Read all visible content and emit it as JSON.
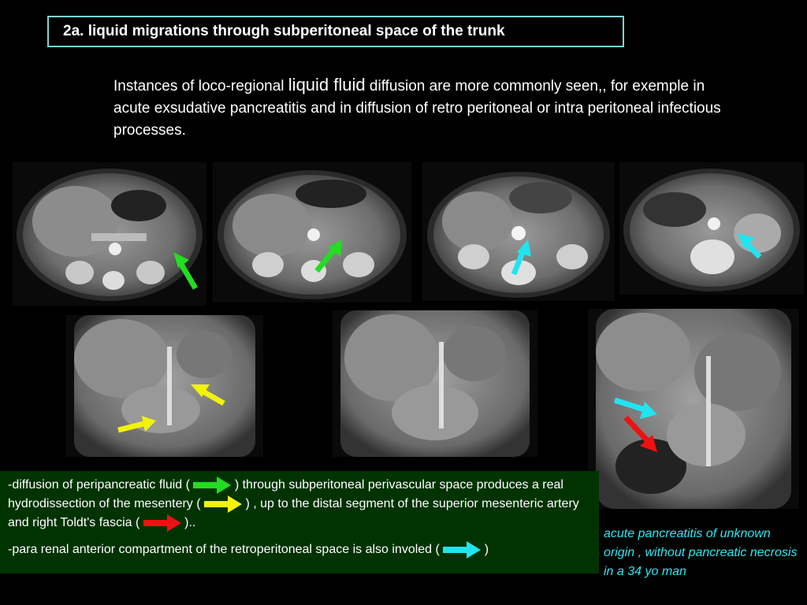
{
  "title": "2a. liquid  migrations through subperitoneal space of the trunk",
  "intro": {
    "part1": "Instances of loco-regional ",
    "big": "liquid  fluid",
    "part2": " diffusion are more commonly seen,, for exemple  in acute  exsudative pancreatitis and  in diffusion of retro peritoneal  or intra peritoneal infectious processes."
  },
  "caption": {
    "line1_a": "-diffusion of peripancreatic fluid ( ",
    "line1_b": " ) through subperitoneal perivascular space produces  a real hydrodissection  of the mesentery ( ",
    "line1_c": " ) , up to the distal segment of the superior mesenteric artery and right Toldt's fascia ( ",
    "line1_d": " )..",
    "line2_a": "-para renal anterior compartment of the retroperitoneal space is also involed ( ",
    "line2_b": " )"
  },
  "note": "acute pancreatitis of unknown origin , without pancreatic necrosis  in a 34 yo man",
  "colors": {
    "green": "#22dd22",
    "yellow": "#f2f20a",
    "red": "#ee1111",
    "cyan": "#22e4f0",
    "caption_bg": "#003300",
    "title_border": "#7fd3d3"
  },
  "images": [
    {
      "name": "axial-ct-1",
      "arrow": "green"
    },
    {
      "name": "axial-ct-2",
      "arrow": "green"
    },
    {
      "name": "axial-ct-3",
      "arrow": "cyan"
    },
    {
      "name": "axial-ct-4",
      "arrow": "cyan"
    },
    {
      "name": "coronal-ct-1",
      "arrow": "yellow"
    },
    {
      "name": "coronal-ct-2",
      "arrow": "none"
    },
    {
      "name": "coronal-ct-3",
      "arrow": "cyan-red"
    }
  ]
}
